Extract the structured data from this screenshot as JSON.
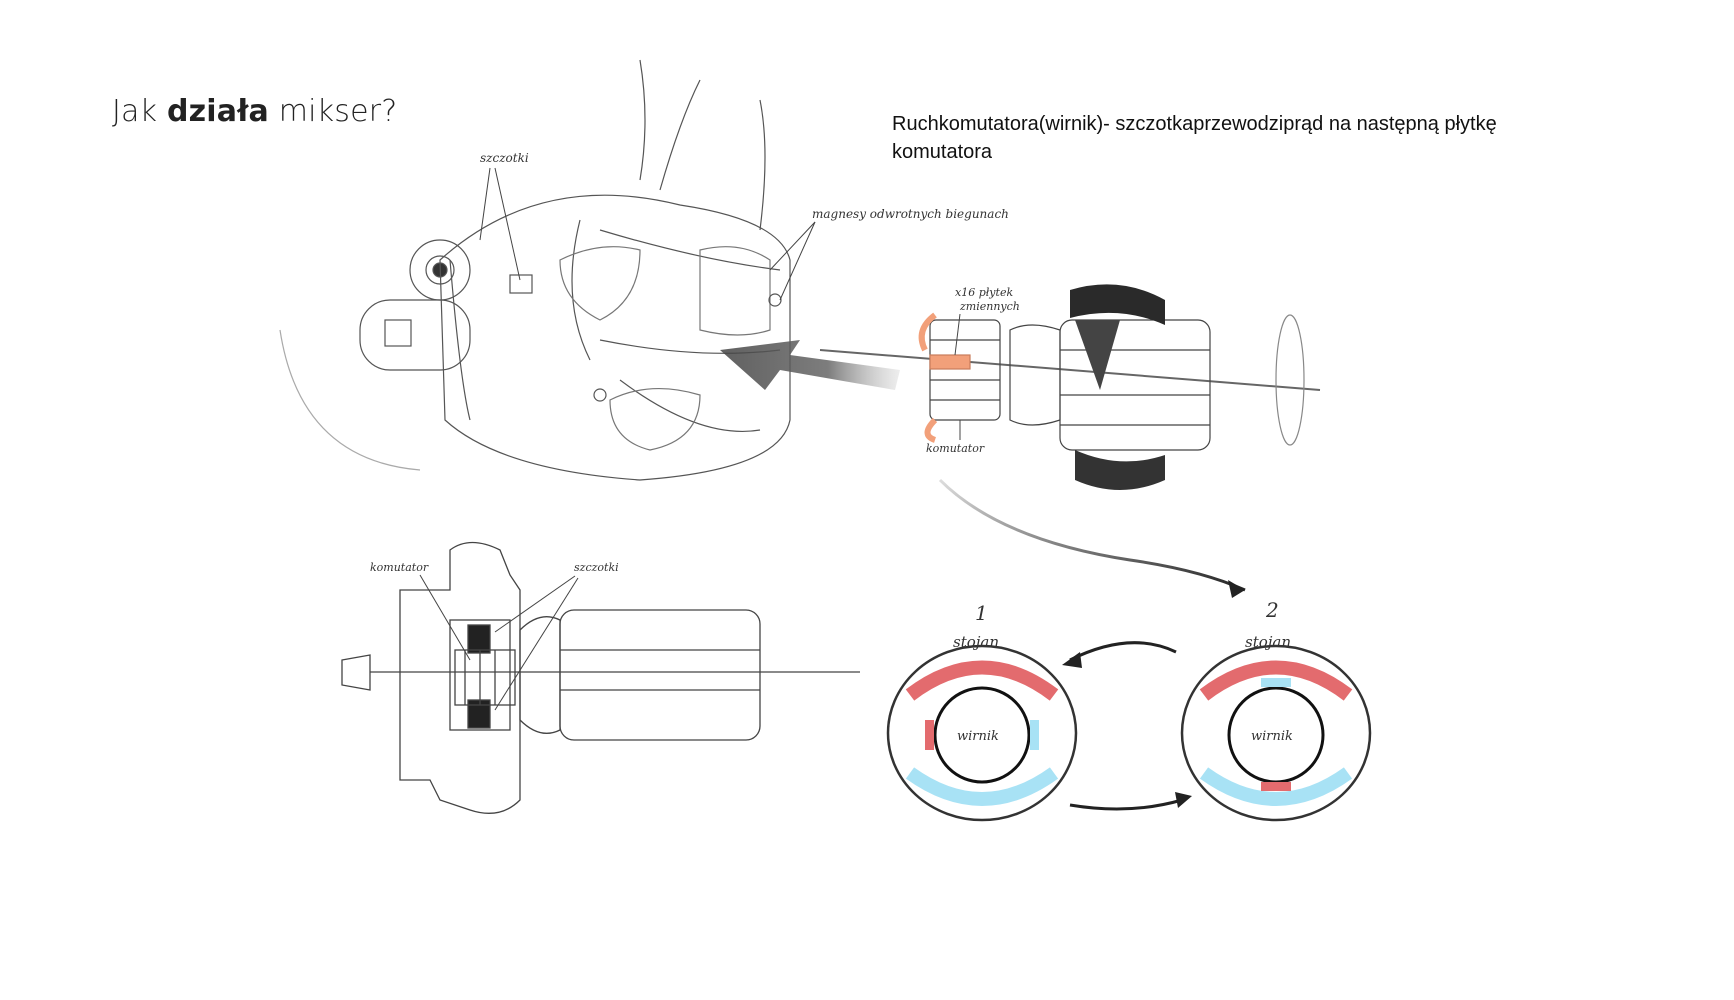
{
  "title": {
    "prefix": "Jak ",
    "bold": "działa",
    "suffix": " mikser?"
  },
  "description": "Ruchkomutatora(wirnik)- szczotkaprzewodziprąd na następną płytkę komutatora",
  "labels": {
    "szczotki_top": "szczotki",
    "magnesy": "magnesy odwrotnych biegunach",
    "plytek": "x16 płytek",
    "zmiennych": "zmiennych",
    "komutator_top": "komutator",
    "komutator_bottom": "komutator",
    "szczotki_bottom": "szczotki"
  },
  "states": [
    {
      "number": "1",
      "stator_label": "stojan",
      "rotor_label": "wirnik"
    },
    {
      "number": "2",
      "stator_label": "stojan",
      "rotor_label": "wirnik"
    }
  ],
  "colors": {
    "north": "#e36b6e",
    "south": "#a8e2f5",
    "accent_orange": "#f2a07a",
    "arrow_dark": "#333333"
  }
}
